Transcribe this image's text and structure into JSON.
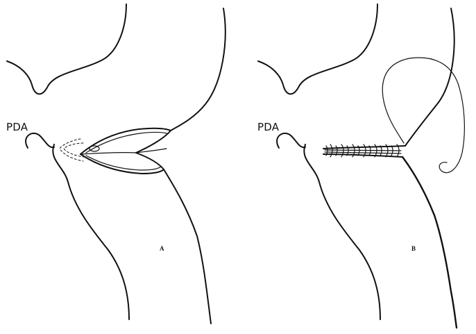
{
  "panels": [
    {
      "letter": "A",
      "vessel_label": "PDA"
    },
    {
      "letter": "B",
      "vessel_label": "PDA"
    }
  ],
  "colors": {
    "line": "#111111",
    "background": "#ffffff"
  }
}
